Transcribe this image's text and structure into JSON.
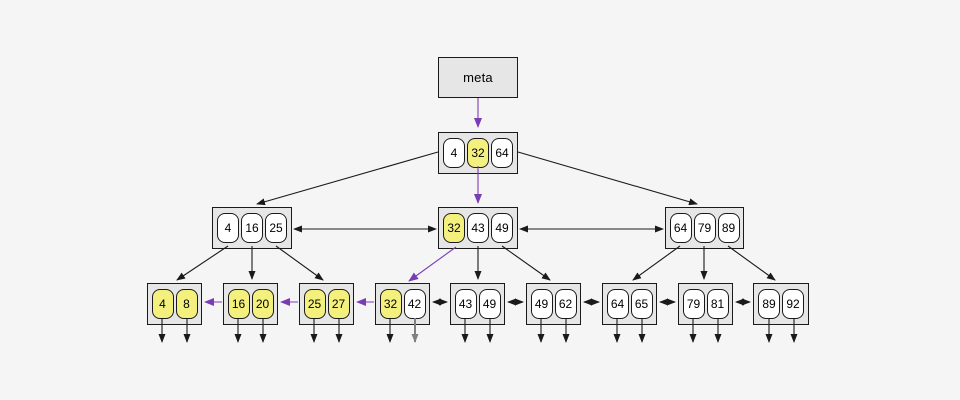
{
  "colors": {
    "background": "#f5f5f5",
    "node_fill": "#e6e6e6",
    "node_border": "#1a1a1a",
    "key_fill": "#ffffff",
    "key_highlight": "#f4f07e",
    "edge_black": "#1a1a1a",
    "edge_purple": "#7a3cb5",
    "edge_gray": "#808080",
    "text": "#000000"
  },
  "tree": {
    "meta_label": "meta",
    "root": {
      "keys": [
        {
          "value": "4",
          "highlighted": false
        },
        {
          "value": "32",
          "highlighted": true
        },
        {
          "value": "64",
          "highlighted": false
        }
      ]
    },
    "internal": [
      {
        "keys": [
          {
            "value": "4"
          },
          {
            "value": "16"
          },
          {
            "value": "25"
          }
        ]
      },
      {
        "keys": [
          {
            "value": "32",
            "highlighted": true
          },
          {
            "value": "43"
          },
          {
            "value": "49"
          }
        ]
      },
      {
        "keys": [
          {
            "value": "64"
          },
          {
            "value": "79"
          },
          {
            "value": "89"
          }
        ]
      }
    ],
    "leaves": [
      {
        "keys": [
          {
            "value": "4",
            "highlighted": true
          },
          {
            "value": "8",
            "highlighted": true
          }
        ]
      },
      {
        "keys": [
          {
            "value": "16",
            "highlighted": true
          },
          {
            "value": "20",
            "highlighted": true
          }
        ]
      },
      {
        "keys": [
          {
            "value": "25",
            "highlighted": true
          },
          {
            "value": "27",
            "highlighted": true
          }
        ]
      },
      {
        "keys": [
          {
            "value": "32",
            "highlighted": true
          },
          {
            "value": "42",
            "highlighted": false
          }
        ]
      },
      {
        "keys": [
          {
            "value": "43"
          },
          {
            "value": "49"
          }
        ]
      },
      {
        "keys": [
          {
            "value": "49"
          },
          {
            "value": "62"
          }
        ]
      },
      {
        "keys": [
          {
            "value": "64"
          },
          {
            "value": "65"
          }
        ]
      },
      {
        "keys": [
          {
            "value": "79"
          },
          {
            "value": "81"
          }
        ]
      },
      {
        "keys": [
          {
            "value": "89"
          },
          {
            "value": "92"
          }
        ]
      }
    ]
  }
}
